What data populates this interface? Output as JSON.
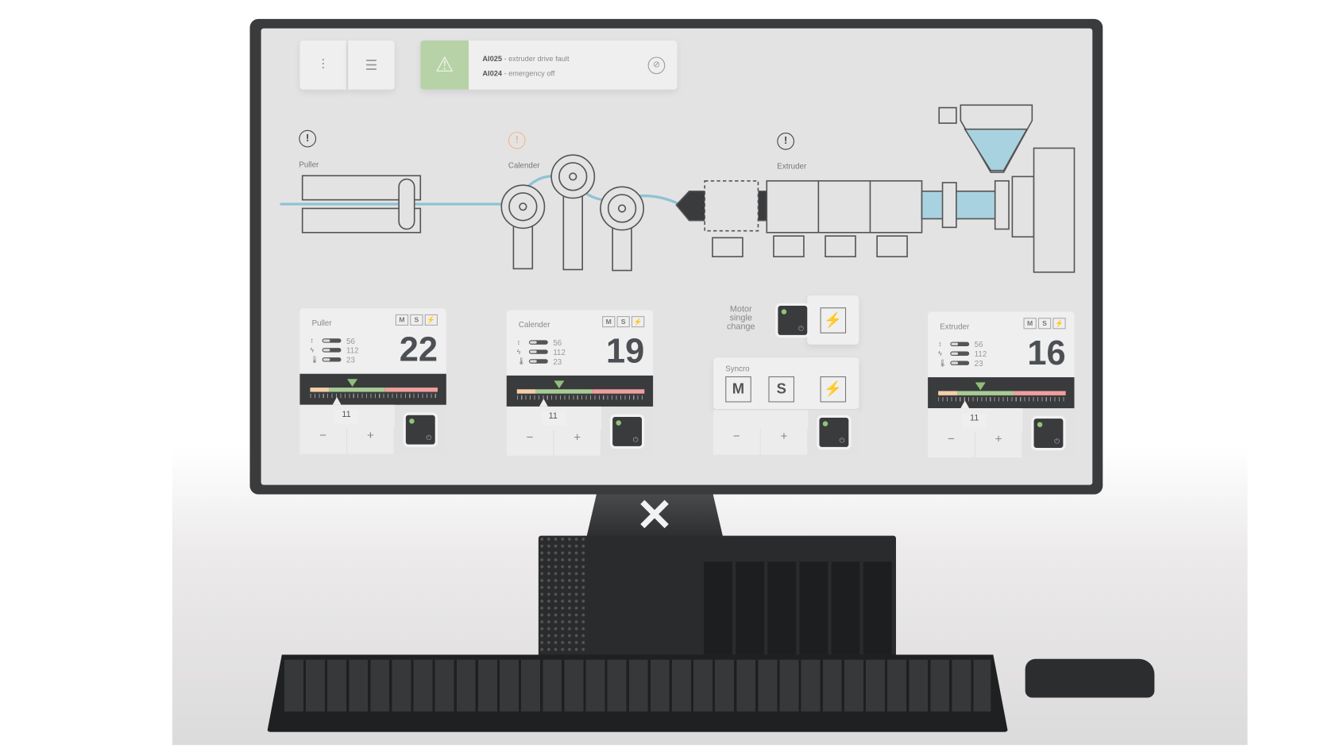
{
  "toolbar": {
    "filter_icon": "sliders-icon",
    "menu_icon": "hamburger-icon"
  },
  "alarms": {
    "icon": "warning-check-icon",
    "items": [
      {
        "code": "AI025",
        "text": " - extruder drive fault"
      },
      {
        "code": "AI024",
        "text": " - emergency off"
      }
    ],
    "mute_icon": "mute-icon",
    "color": "#b7d2a6"
  },
  "process": {
    "labels": [
      "Puller",
      "Calender",
      "Extruder"
    ],
    "line_color": "#8fc3d4"
  },
  "cards": [
    {
      "name": "Puller",
      "value": "22",
      "rows": [
        "56",
        "112",
        "23"
      ],
      "setpoint": "11"
    },
    {
      "name": "Calender",
      "value": "19",
      "rows": [
        "56",
        "112",
        "23"
      ],
      "setpoint": "11"
    },
    {
      "name": "Extruder",
      "value": "16",
      "rows": [
        "56",
        "112",
        "23"
      ],
      "setpoint": "11"
    }
  ],
  "mode_buttons": [
    "M",
    "S",
    "⚡"
  ],
  "stepper": {
    "minus": "−",
    "plus": "+"
  },
  "motor": {
    "label": "Motor single change"
  },
  "syncro": {
    "label": "Syncro",
    "buttons": [
      "M",
      "S",
      "⚡"
    ]
  },
  "meter_colors": {
    "low": "#f3cfaa",
    "ok": "#a8cc96",
    "high": "#ef9f9f"
  }
}
